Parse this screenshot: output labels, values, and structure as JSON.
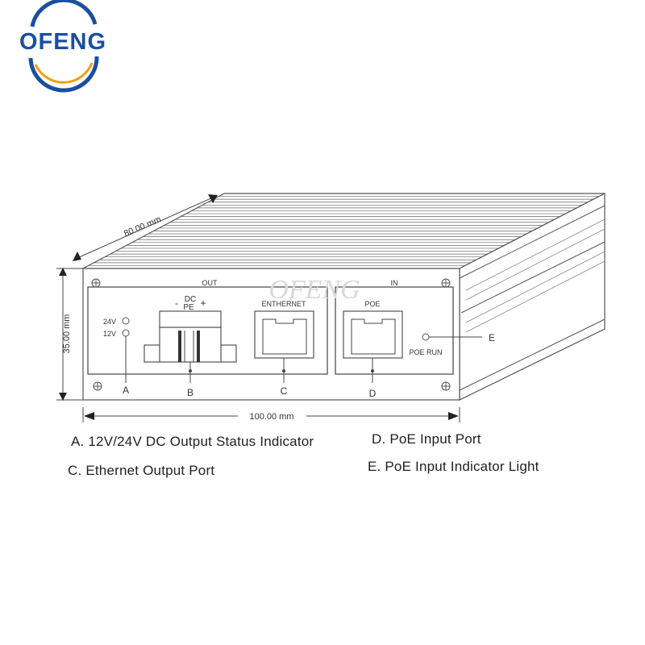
{
  "brand": {
    "name": "OFENG",
    "watermark": "OFENG",
    "color_blue": "#1a4fa0",
    "color_orange": "#f39c12"
  },
  "dimensions": {
    "depth": "80.00 mm",
    "height": "35.00 mm",
    "width": "100.00 mm"
  },
  "panel": {
    "out_label": "OUT",
    "in_label": "IN",
    "dc_label": "DC",
    "pe_label": "PE",
    "minus": "-",
    "plus": "+",
    "v24": "24V",
    "v12": "12V",
    "ethernet_label": "ENTHERNET",
    "poe_label": "POE",
    "poe_run": "POE RUN"
  },
  "markers": {
    "a": "A",
    "b": "B",
    "c": "C",
    "d": "D",
    "e": "E"
  },
  "legend": {
    "a": "A. 12V/24V DC Output Status Indicator",
    "c": "C. Ethernet Output Port",
    "d": "D. PoE Input Port",
    "e": "E. PoE Input Indicator Light"
  }
}
